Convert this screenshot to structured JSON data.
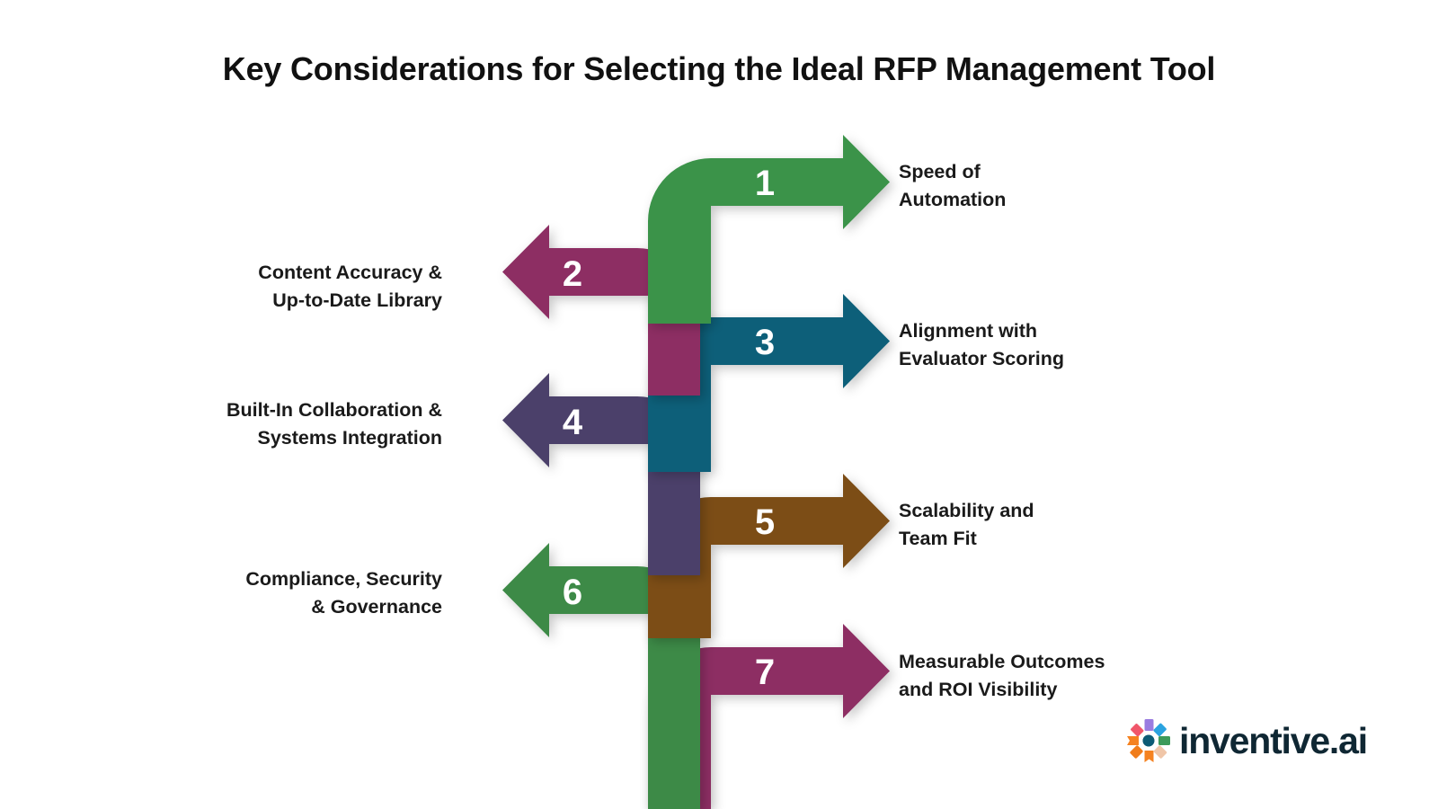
{
  "title": "Key Considerations for Selecting the Ideal RFP Management Tool",
  "background_color": "#ffffff",
  "title_color": "#111111",
  "label_color": "#1a1a1a",
  "number_color": "#ffffff",
  "steps": [
    {
      "number": "1",
      "label": "Speed of\nAutomation",
      "direction": "right",
      "color": "#3a9348"
    },
    {
      "number": "2",
      "label": "Content Accuracy &\nUp-to-Date Library",
      "direction": "left",
      "color": "#8d2f63"
    },
    {
      "number": "3",
      "label": "Alignment with\nEvaluator Scoring",
      "direction": "right",
      "color": "#0c5e79"
    },
    {
      "number": "4",
      "label": "Built-In Collaboration &\nSystems Integration",
      "direction": "left",
      "color": "#4b406b"
    },
    {
      "number": "5",
      "label": "Scalability and\nTeam Fit",
      "direction": "right",
      "color": "#7b4d16"
    },
    {
      "number": "6",
      "label": "Compliance, Security\n& Governance",
      "direction": "left",
      "color": "#3d8a47"
    },
    {
      "number": "7",
      "label": "Measurable Outcomes\nand ROI Visibility",
      "direction": "right",
      "color": "#8d2f63"
    }
  ],
  "logo": {
    "text": "inventive.ai",
    "text_color": "#0f2733",
    "mark_colors": {
      "pink": "#f0566a",
      "purple": "#9a7ce0",
      "blue": "#2aa3e0",
      "green": "#3d9a5a",
      "peach": "#f0c6a8",
      "orange": "#f58220",
      "orange_dark": "#f07c1a",
      "center": "#0d5b75"
    }
  }
}
